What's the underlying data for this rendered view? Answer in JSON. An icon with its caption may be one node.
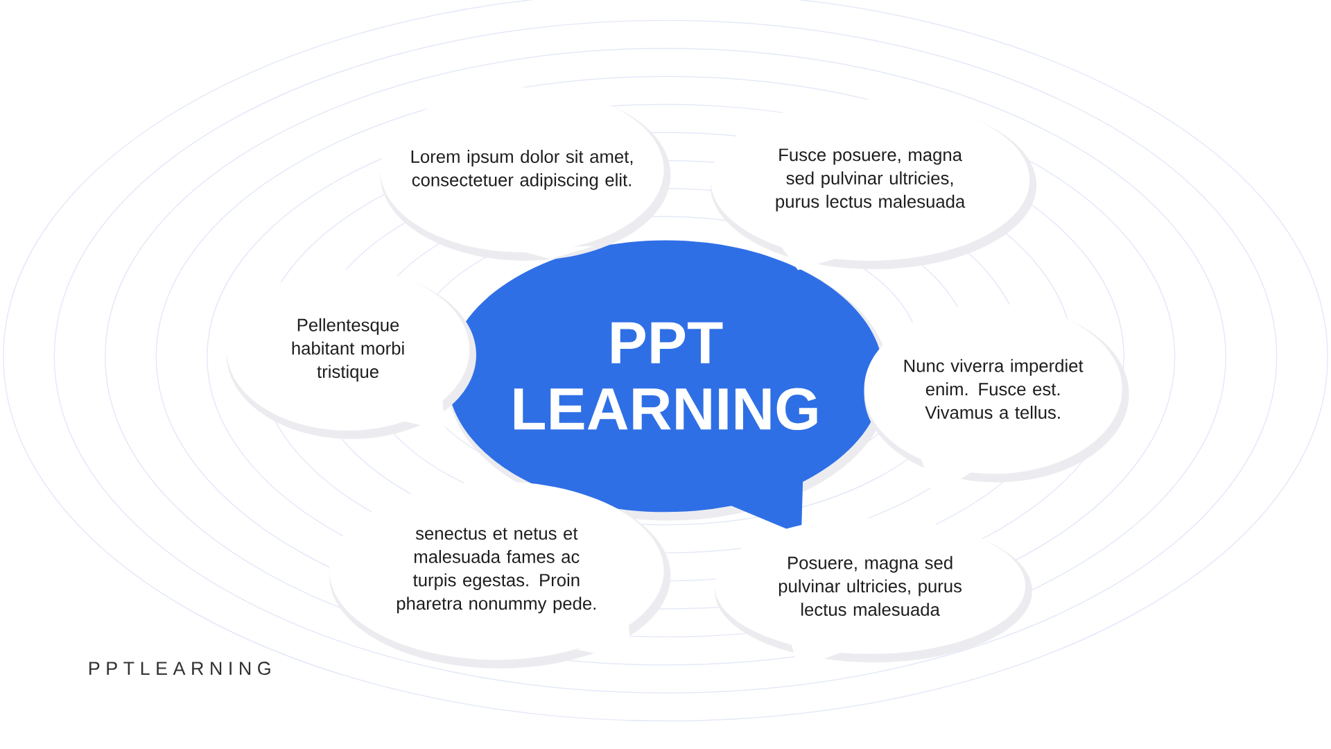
{
  "diagram": {
    "nodes": [
      {
        "text": [
          "PPT LEARNING"
        ]
      },
      {
        "text": [
          "Lorem ipsum dolor sit amet, consectetuer adipiscing elit."
        ]
      },
      {
        "text": [
          "Fusce posuere, magna sed pulvinar ultricies, purus lectus malesuada"
        ]
      },
      {
        "text": [
          "Pellentesque habitant morbi tristique"
        ]
      },
      {
        "text": [
          "Nunc viverra imperdiet enim. Fusce est. Vivamus a tellus."
        ]
      },
      {
        "text": [
          "senectus et netus et malesuada fames ac turpis egestas. Proin pharetra nonummy pede."
        ]
      },
      {
        "text": [
          "Posuere, magna sed pulvinar ultricies, purus lectus malesuada"
        ]
      }
    ],
    "labels": [
      "P P T L E A R N I N G"
    ]
  }
}
